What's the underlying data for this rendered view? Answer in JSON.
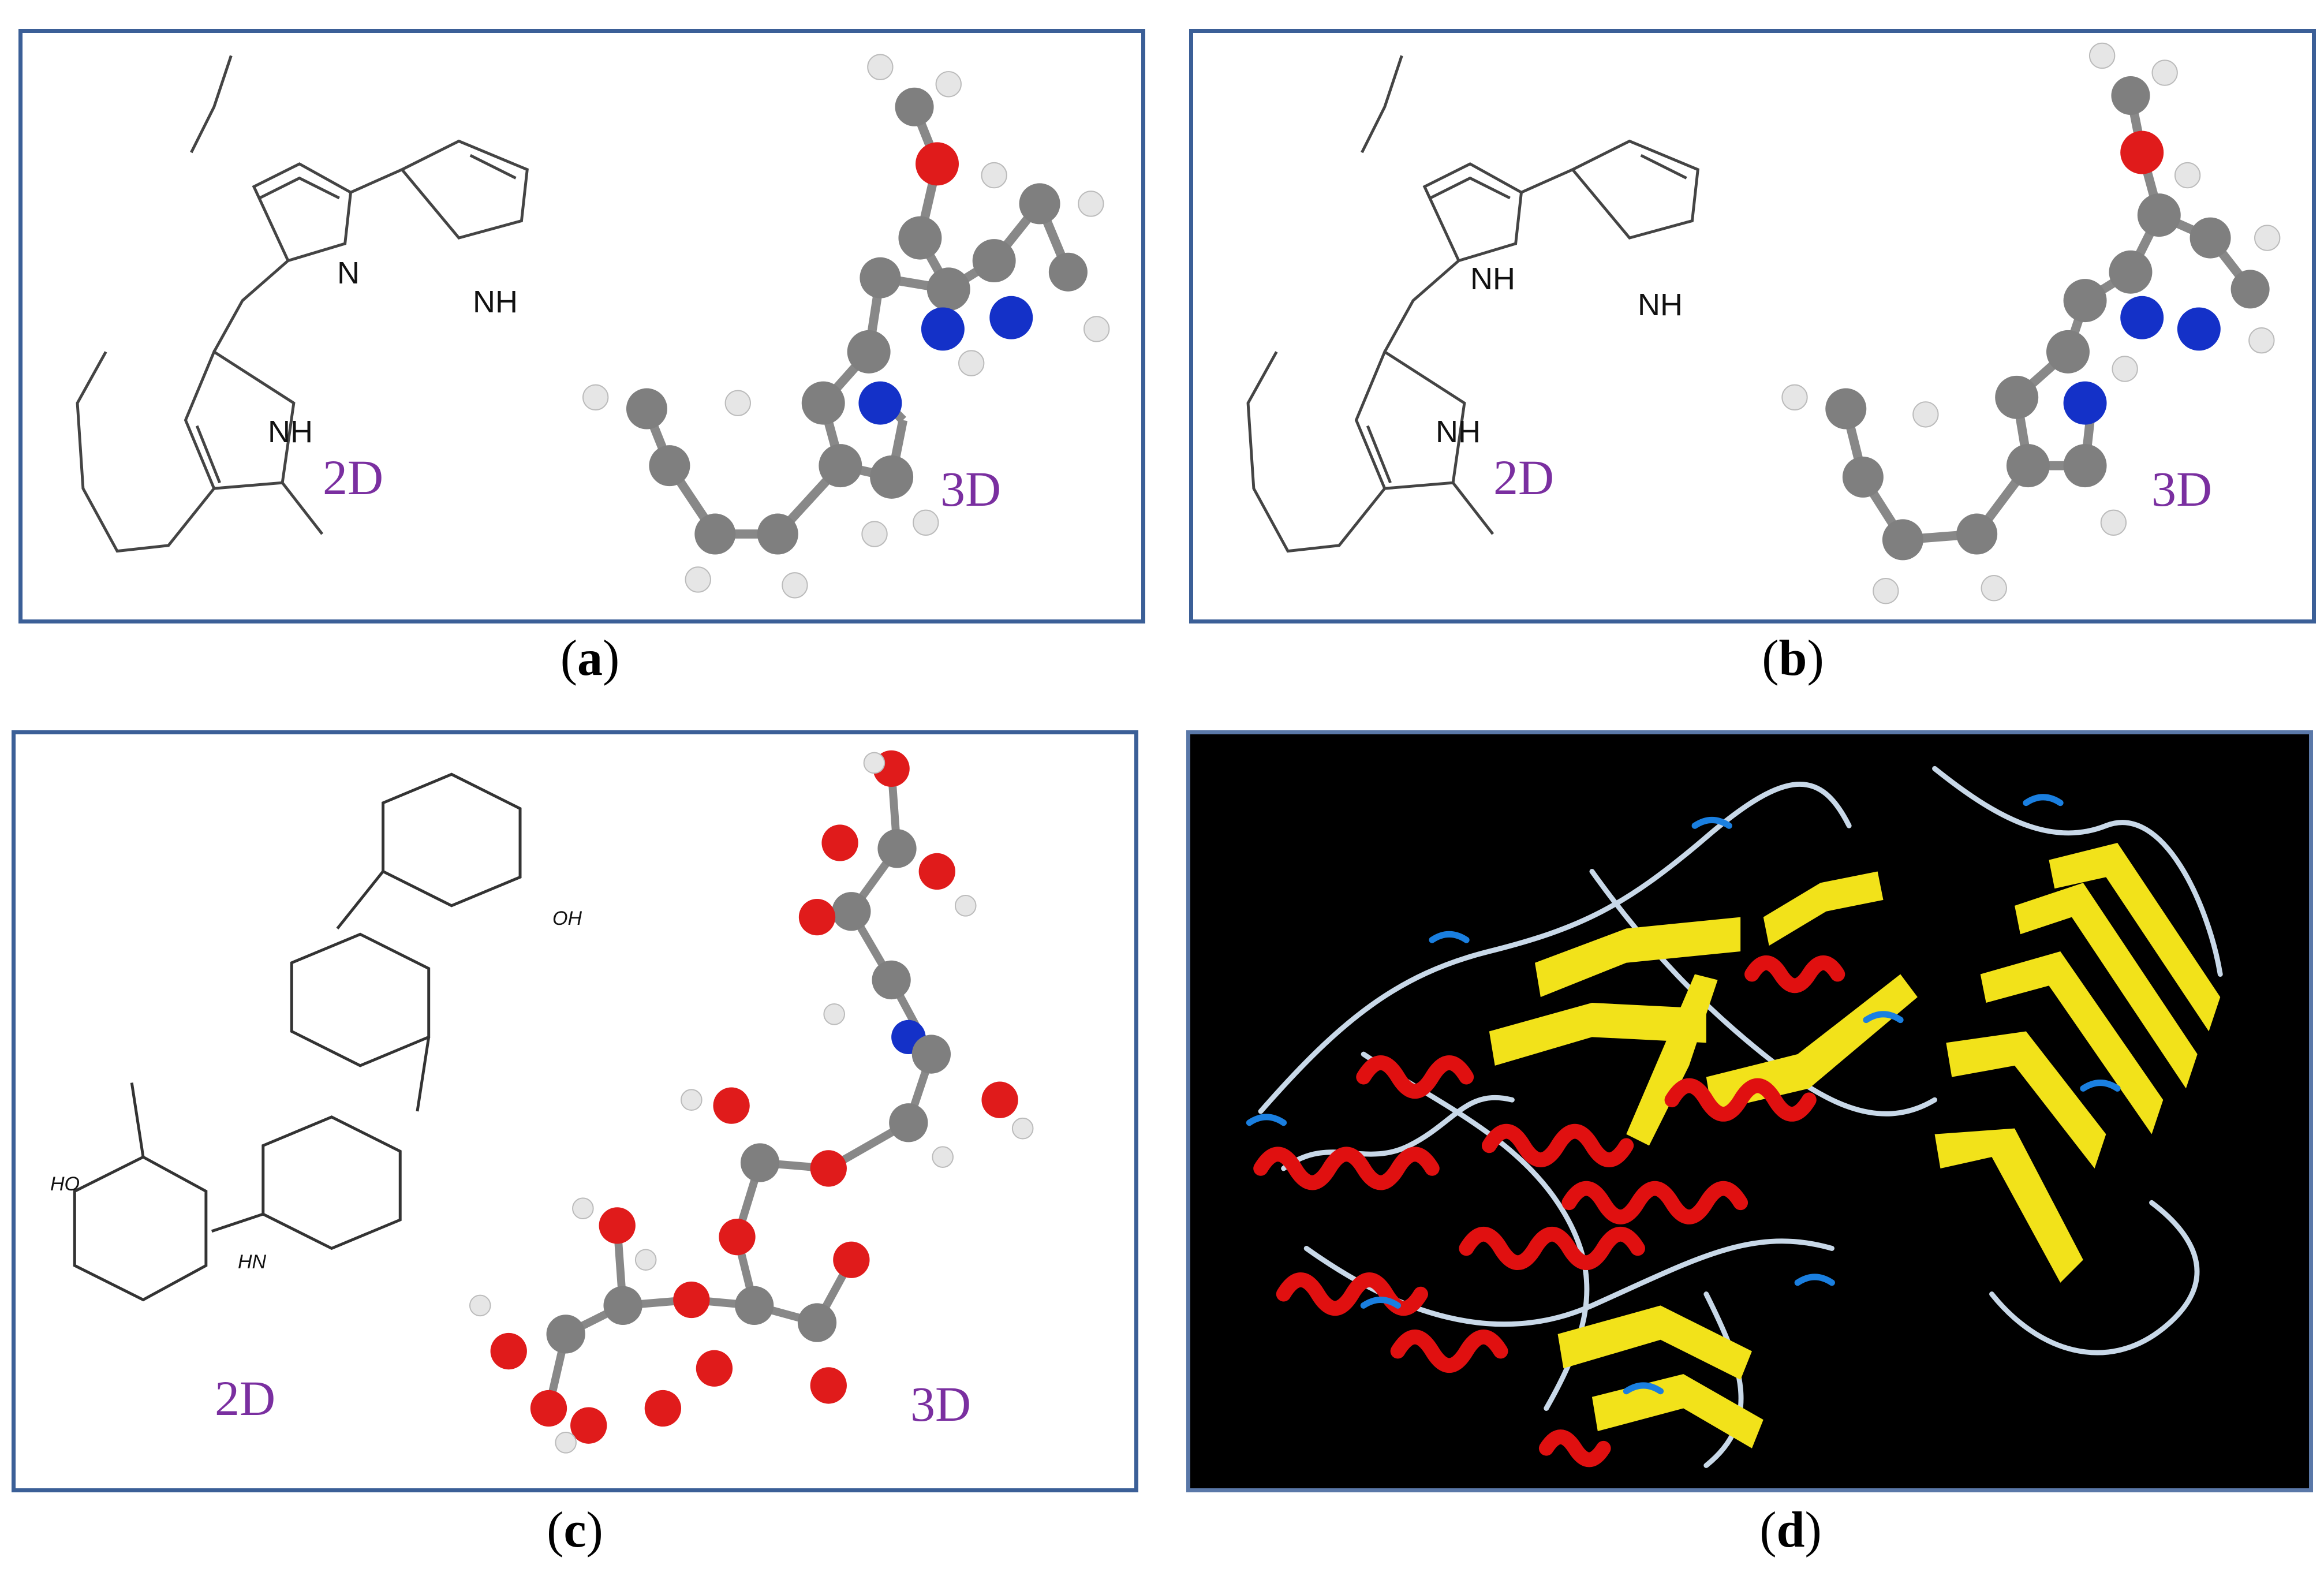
{
  "panels": {
    "a": {
      "caption_letter": "a",
      "label_2d": "2D",
      "label_3d": "3D",
      "atoms": {
        "n": "N",
        "nh_top": "NH",
        "nh_left": "NH"
      }
    },
    "b": {
      "caption_letter": "b",
      "label_2d": "2D",
      "label_3d": "3D",
      "atoms": {
        "nh_center": "NH",
        "nh_top": "NH",
        "nh_left": "NH"
      }
    },
    "c": {
      "caption_letter": "c",
      "label_2d": "2D",
      "label_3d": "3D",
      "atoms": {
        "oh": "OH",
        "ho": "HO",
        "hn": "HN"
      }
    },
    "d": {
      "caption_letter": "d"
    }
  },
  "colors": {
    "frame_border": "#3b5f97",
    "label_purple": "#7a2fa0",
    "oxygen": "#e01b1b",
    "nitrogen": "#1431c8",
    "carbon": "#7f7f7f",
    "hydrogen": "#e6e6e6",
    "helix": "#e01010",
    "strand": "#f2e21a",
    "turn": "#1a7fe0",
    "coil": "#c8d8e8"
  }
}
